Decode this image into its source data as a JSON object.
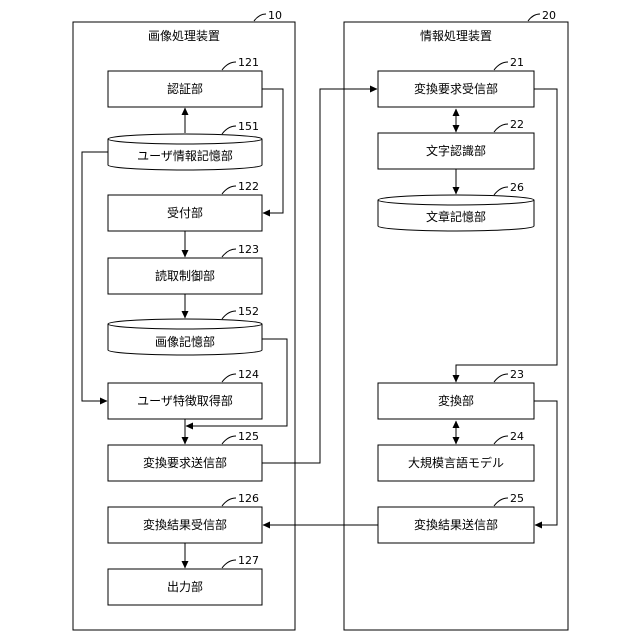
{
  "devices": {
    "image_processing": {
      "title": "画像処理装置",
      "ref": "10"
    },
    "info_processing": {
      "title": "情報処理装置",
      "ref": "20"
    }
  },
  "blocks": {
    "auth": {
      "label": "認証部",
      "ref": "121"
    },
    "user_store": {
      "label": "ユーザ情報記憶部",
      "ref": "151"
    },
    "reception": {
      "label": "受付部",
      "ref": "122"
    },
    "read_ctrl": {
      "label": "読取制御部",
      "ref": "123"
    },
    "image_store": {
      "label": "画像記憶部",
      "ref": "152"
    },
    "feature": {
      "label": "ユーザ特徴取得部",
      "ref": "124"
    },
    "req_send": {
      "label": "変換要求送信部",
      "ref": "125"
    },
    "res_recv": {
      "label": "変換結果受信部",
      "ref": "126"
    },
    "output": {
      "label": "出力部",
      "ref": "127"
    },
    "req_recv": {
      "label": "変換要求受信部",
      "ref": "21"
    },
    "ocr": {
      "label": "文字認識部",
      "ref": "22"
    },
    "text_store": {
      "label": "文章記憶部",
      "ref": "26"
    },
    "convert": {
      "label": "変換部",
      "ref": "23"
    },
    "llm": {
      "label": "大規模言語モデル",
      "ref": "24"
    },
    "res_send": {
      "label": "変換結果送信部",
      "ref": "25"
    }
  }
}
